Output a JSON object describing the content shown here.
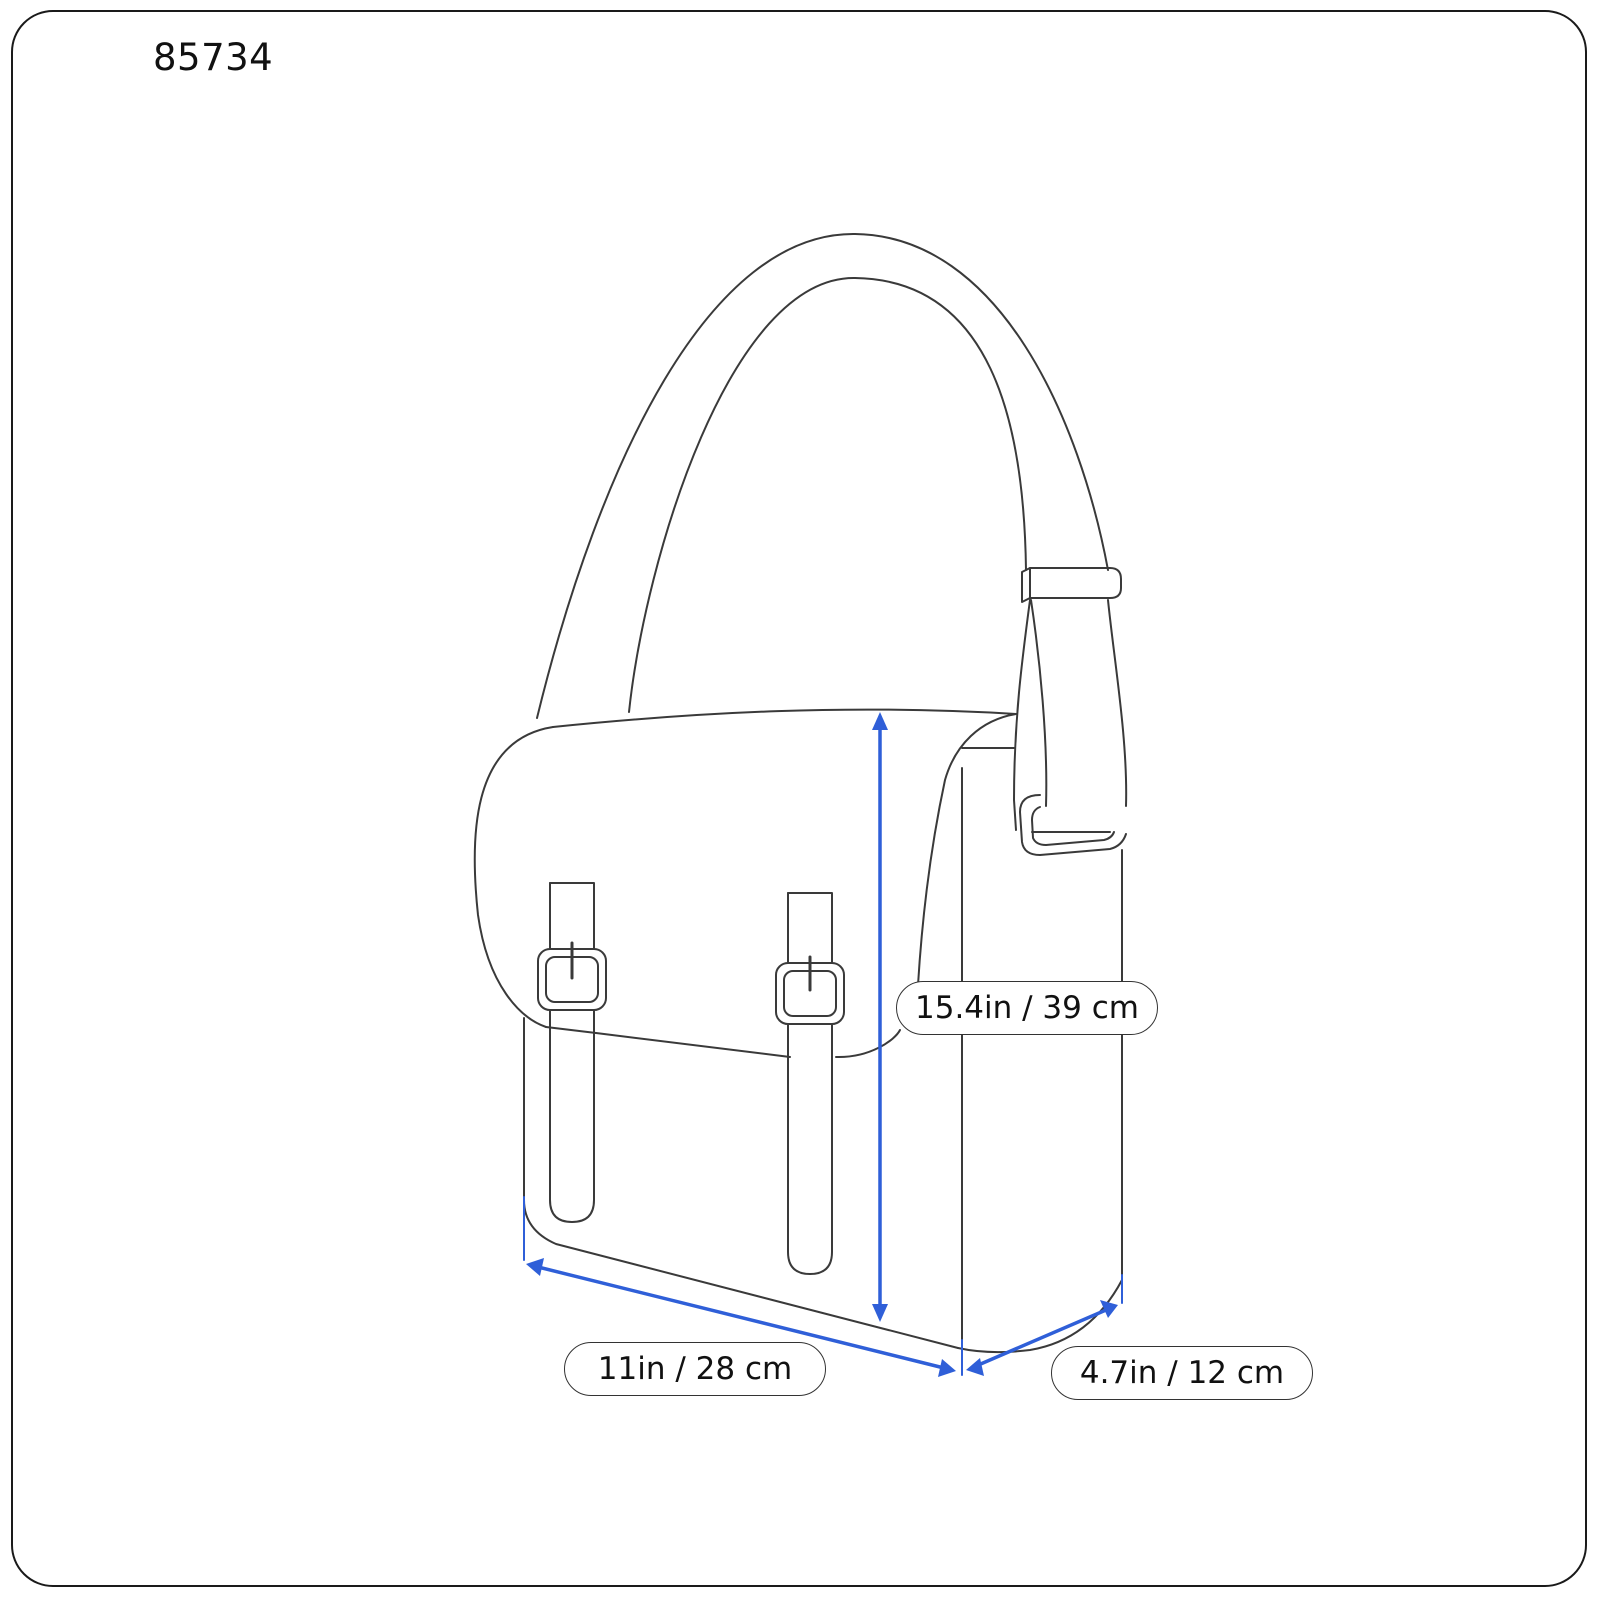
{
  "product": {
    "id": "85734",
    "type": "messenger bag"
  },
  "colors": {
    "outline": "#3a3a3a",
    "dimension_arrow": "#2f5fd8",
    "frame_border": "#1a1a1a",
    "background": "#ffffff"
  },
  "dimensions": {
    "height": {
      "label": "15.4in / 39 cm",
      "inches": 15.4,
      "cm": 39
    },
    "width": {
      "label": "11in / 28 cm",
      "inches": 11,
      "cm": 28
    },
    "depth": {
      "label": "4.7in / 12 cm",
      "inches": 4.7,
      "cm": 12
    }
  }
}
